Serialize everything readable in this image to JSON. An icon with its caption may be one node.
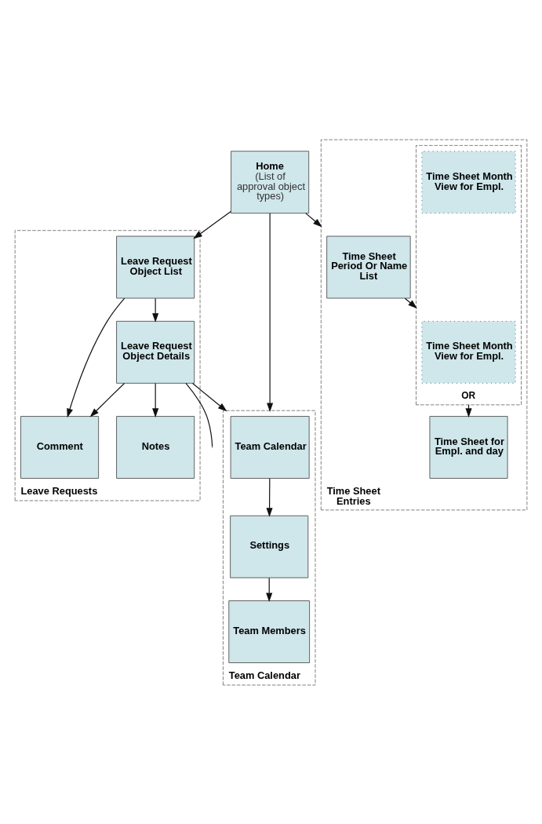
{
  "diagram": {
    "nodes": [
      {
        "text": [
          "Home",
          "(List of approval object types)"
        ]
      },
      {
        "text": [
          "Leave Requests"
        ]
      },
      {
        "text": [
          "Leave Request Object List"
        ],
        "in": 1
      },
      {
        "text": [
          "Leave Request Object Details"
        ],
        "in": 1
      },
      {
        "text": [
          "Comment"
        ],
        "in": 1
      },
      {
        "text": [
          "Notes"
        ],
        "in": 1
      },
      {
        "text": [
          "Time Sheet Entries"
        ]
      },
      {
        "text": [
          "Time Sheet Period Or Name List"
        ],
        "in": 6
      },
      {
        "text": [
          "OR"
        ],
        "in": 6
      },
      {
        "text": [
          "Time Sheet Month View for Empl."
        ],
        "in": 8
      },
      {
        "text": [
          "Time Sheet Month View for Empl."
        ],
        "in": 8
      },
      {
        "text": [
          "Time Sheet for Empl. and day"
        ],
        "in": 6
      },
      {
        "text": [
          "Team Calendar"
        ]
      },
      {
        "text": [
          "Team Calendar"
        ],
        "in": 12
      },
      {
        "text": [
          "Settings"
        ],
        "in": 12
      },
      {
        "text": [
          "Team Members"
        ],
        "in": 12
      }
    ],
    "edges": [
      {
        "from": 0,
        "to": 2,
        "arrow": "to"
      },
      {
        "from": 2,
        "to": 3,
        "arrow": "to"
      },
      {
        "from": 3,
        "to": 4,
        "arrow": "to"
      },
      {
        "from": 2,
        "to": 4,
        "arrow": "to"
      },
      {
        "from": 3,
        "to": 5,
        "arrow": "to"
      },
      {
        "from": 3,
        "to": null,
        "arrow": "none"
      },
      {
        "from": 3,
        "to": 12,
        "arrow": "to"
      },
      {
        "from": 0,
        "to": 6,
        "arrow": "to"
      },
      {
        "from": 0,
        "to": 12,
        "arrow": "to"
      },
      {
        "from": 7,
        "to": 8,
        "arrow": "to"
      },
      {
        "from": 8,
        "to": 11,
        "arrow": "to"
      },
      {
        "from": 13,
        "to": 14,
        "arrow": "to"
      },
      {
        "from": 14,
        "to": 15,
        "arrow": "to"
      }
    ]
  }
}
